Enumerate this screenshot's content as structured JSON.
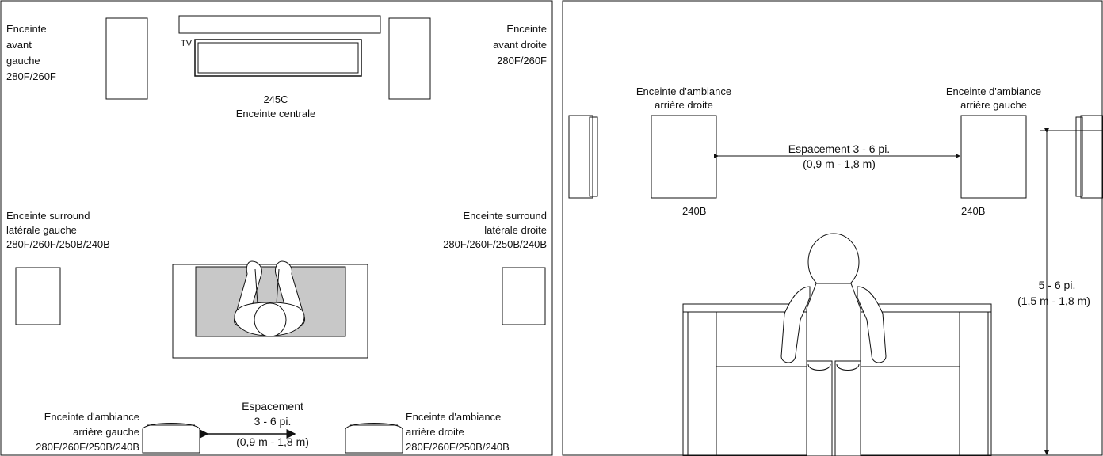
{
  "left_panel": {
    "tv_label": "TV",
    "front_left": [
      "Enceinte",
      "avant",
      "gauche",
      "280F/260F"
    ],
    "front_right": [
      "Enceinte",
      "avant droite",
      "280F/260F"
    ],
    "center": [
      "245C",
      "Enceinte centrale"
    ],
    "side_left": [
      "Enceinte surround",
      "latérale gauche",
      "280F/260F/250B/240B"
    ],
    "side_right": [
      "Enceinte surround",
      "latérale droite",
      "280F/260F/250B/240B"
    ],
    "rear_left": [
      "Enceinte d'ambiance",
      "arrière gauche",
      "280F/260F/250B/240B"
    ],
    "rear_right": [
      "Enceinte d'ambiance",
      "arrière droite",
      "280F/260F/250B/240B"
    ],
    "spacing": [
      "Espacement",
      "3 - 6 pi.",
      "(0,9 m - 1,8 m)"
    ]
  },
  "right_panel": {
    "rear_right": [
      "Enceinte d'ambiance",
      "arrière droite"
    ],
    "rear_left": [
      "Enceinte d'ambiance",
      "arrière gauche"
    ],
    "model_left": "240B",
    "model_right": "240B",
    "spacing": [
      "Espacement 3 - 6 pi.",
      "(0,9 m - 1,8 m)"
    ],
    "height": [
      "5 - 6 pi.",
      "(1,5 m - 1,8 m)"
    ]
  }
}
